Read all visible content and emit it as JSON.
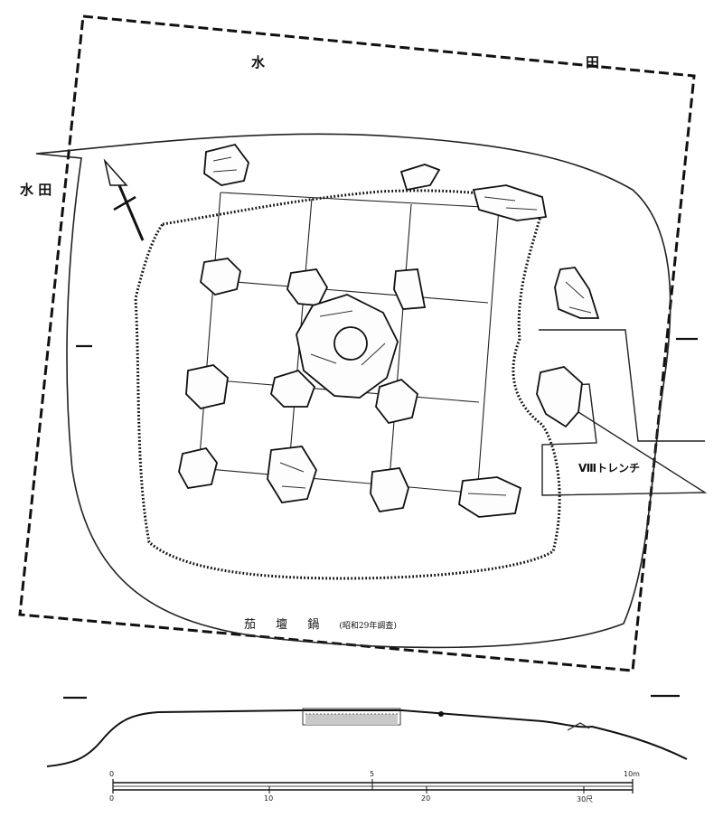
{
  "labels": {
    "paddy_top": "水　田",
    "paddy_left": "水 田",
    "trench": "Ⅷトレンチ",
    "caption": "茄 壇 鍋",
    "caption_note": "(昭和29年調査)"
  },
  "scale_bar": {
    "meter_ticks": [
      "0",
      "5",
      "10m"
    ],
    "shaku_ticks": [
      "0",
      "10",
      "20",
      "30尺"
    ]
  }
}
